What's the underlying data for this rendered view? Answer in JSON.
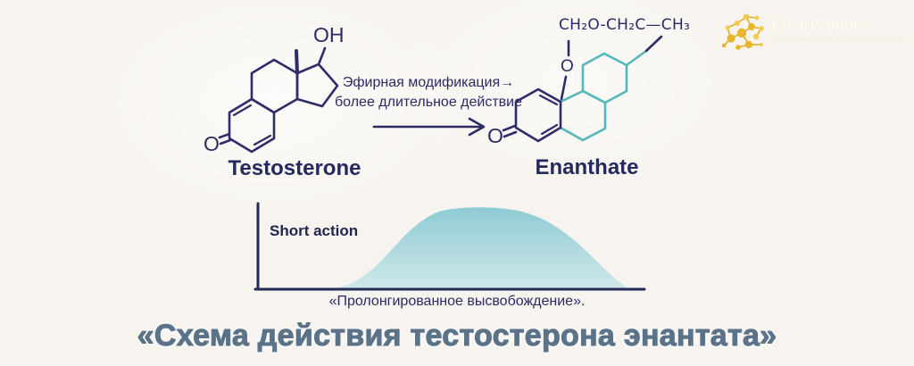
{
  "logo": {
    "brand": "ElixirPeptide",
    "tagline": "ЧУДО НАУКИ В КАЖДОЙ КАПЛЕ"
  },
  "scheme": {
    "testosterone": {
      "label": "Testosterone",
      "hydroxyl_label": "OH",
      "ketone_label": "O"
    },
    "transition": {
      "line1": "Эфирная модификация→",
      "line2": "более длительное действие"
    },
    "enanthate": {
      "label": "Enanthate",
      "chain_formula": "CH₂O-CH₂C—CH₃",
      "ester_oxygen_label": "O",
      "ketone_label": "O"
    }
  },
  "graph": {
    "annotation": "Short action",
    "caption": "«Пролонгированное высвобождение»."
  },
  "title": "«Схема действия тестостерона энантата»",
  "colors": {
    "structure_navy": "#2c2a63",
    "structure_teal": "#54b7ba",
    "axis_navy": "#232a54",
    "title_slate": "#5b7389",
    "logo_gold": "#e7b62a",
    "background_cream": "#f7f4ef",
    "curve_gradient_top": "#8ecbd5",
    "curve_gradient_bottom": "#cfe8e9"
  }
}
